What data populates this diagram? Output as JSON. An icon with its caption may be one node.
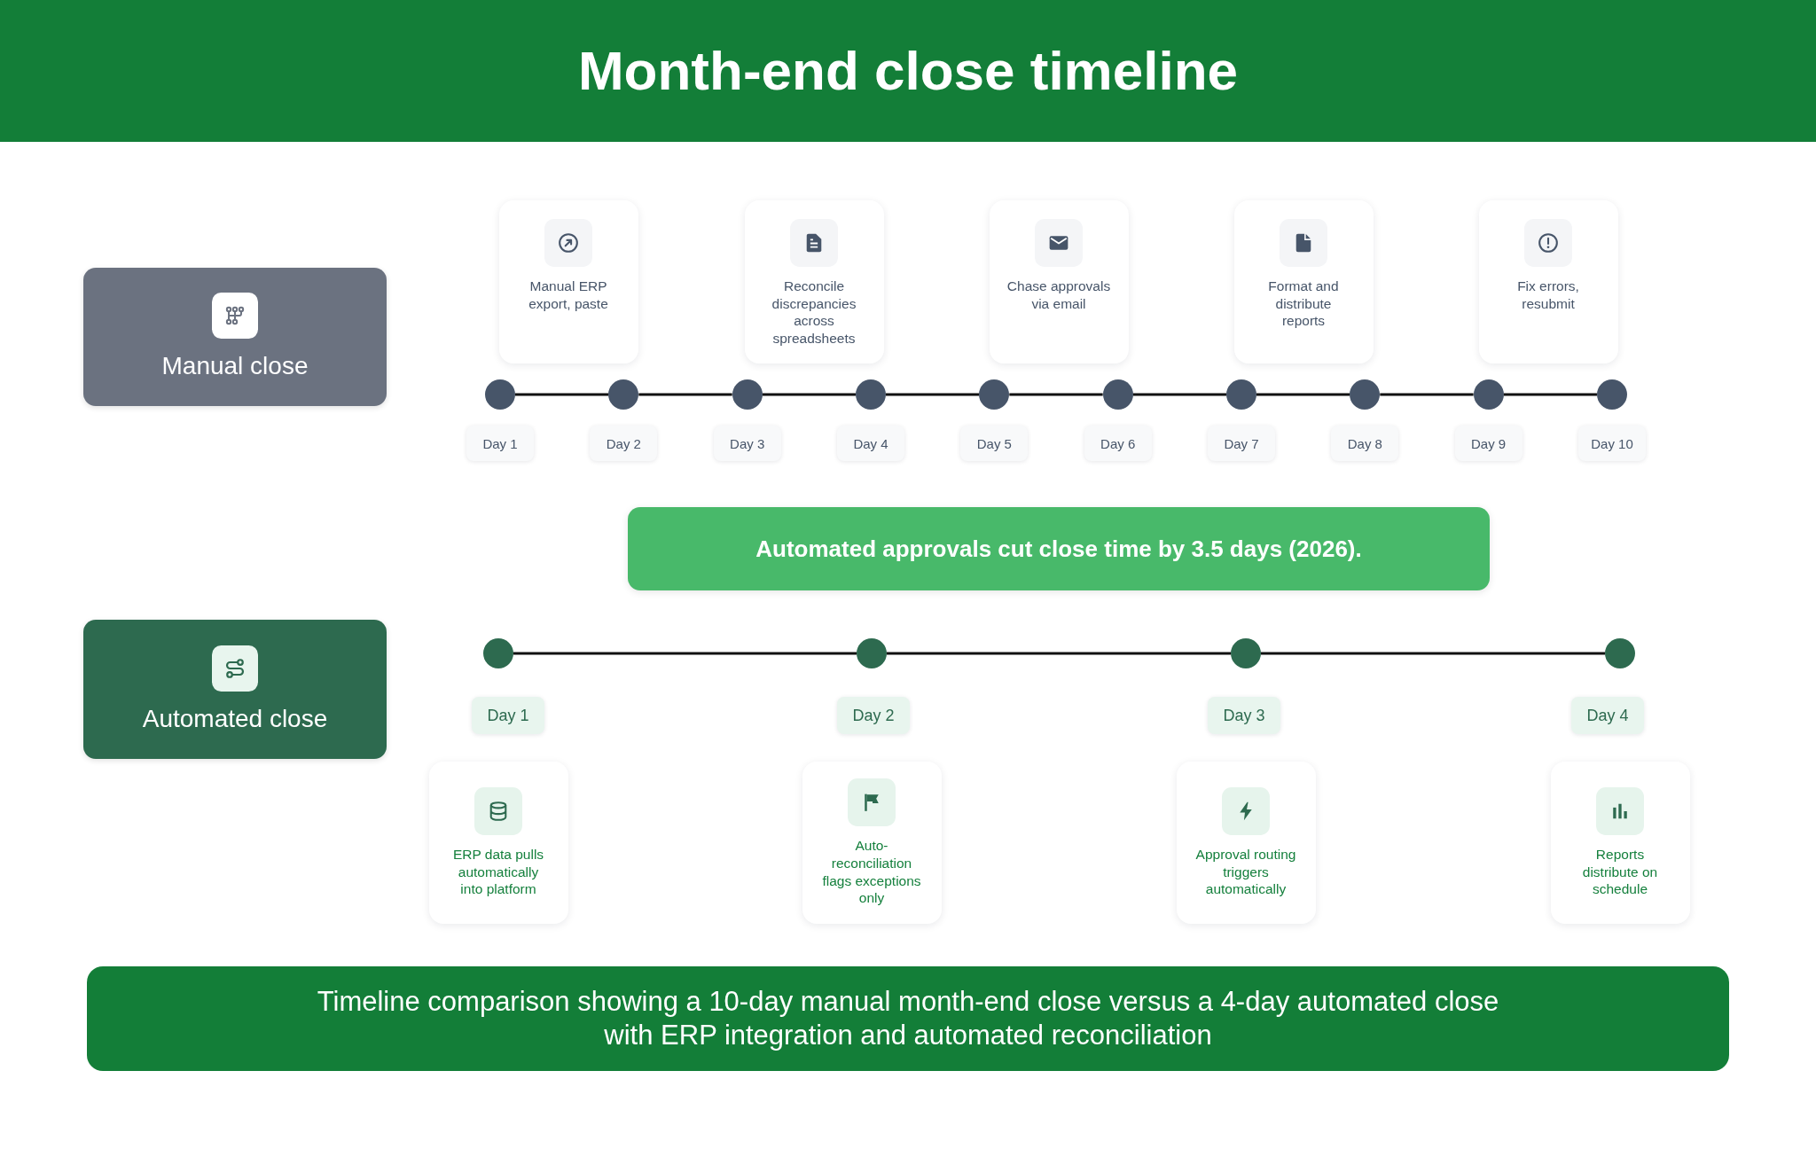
{
  "diagram": {
    "title": "Month-end close timeline",
    "caption": "Timeline comparison showing a 10-day manual month-end close versus a 4-day automated close with ERP integration and automated reconciliation",
    "nodes": [
      {
        "text": [
          "Manual close"
        ]
      },
      {
        "text": [
          "Manual ERP export, paste"
        ]
      },
      {
        "text": [
          "Reconcile discrepancies across spreadsheets"
        ]
      },
      {
        "text": [
          "Chase approvals via email"
        ]
      },
      {
        "text": [
          "Format and distribute reports"
        ]
      },
      {
        "text": [
          "Fix errors, resubmit"
        ]
      },
      {
        "text": [],
        "shape": "circle"
      },
      {
        "text": [],
        "shape": "circle"
      },
      {
        "text": [],
        "shape": "circle"
      },
      {
        "text": [],
        "shape": "circle"
      },
      {
        "text": [],
        "shape": "circle"
      },
      {
        "text": [],
        "shape": "circle"
      },
      {
        "text": [],
        "shape": "circle"
      },
      {
        "text": [],
        "shape": "circle"
      },
      {
        "text": [],
        "shape": "circle"
      },
      {
        "text": [],
        "shape": "circle"
      },
      {
        "text": [
          "Day 1"
        ]
      },
      {
        "text": [
          "Day 2"
        ]
      },
      {
        "text": [
          "Day 3"
        ]
      },
      {
        "text": [
          "Day 4"
        ]
      },
      {
        "text": [
          "Day 5"
        ]
      },
      {
        "text": [
          "Day 6"
        ]
      },
      {
        "text": [
          "Day 7"
        ]
      },
      {
        "text": [
          "Day 8"
        ]
      },
      {
        "text": [
          "Day 9"
        ]
      },
      {
        "text": [
          "Day 10"
        ]
      },
      {
        "text": [
          "Automated approvals cut close time by 3.5 days (2026)."
        ]
      },
      {
        "text": [
          "Automated close"
        ]
      },
      {
        "text": [],
        "shape": "circle"
      },
      {
        "text": [],
        "shape": "circle"
      },
      {
        "text": [],
        "shape": "circle"
      },
      {
        "text": [],
        "shape": "circle"
      },
      {
        "text": [
          "Day 1"
        ]
      },
      {
        "text": [
          "Day 2"
        ]
      },
      {
        "text": [
          "Day 3"
        ]
      },
      {
        "text": [
          "Day 4"
        ]
      },
      {
        "text": [
          "ERP data pulls automatically into platform"
        ]
      },
      {
        "text": [
          "Auto-reconciliation flags exceptions only"
        ]
      },
      {
        "text": [
          "Approval routing triggers automatically"
        ]
      },
      {
        "text": [
          "Reports distribute on schedule"
        ]
      }
    ],
    "edges": [
      {
        "from": 6,
        "to": 7,
        "arrow": "none"
      },
      {
        "from": 7,
        "to": 8,
        "arrow": "none"
      },
      {
        "from": 8,
        "to": 9,
        "arrow": "none"
      },
      {
        "from": 9,
        "to": 10,
        "arrow": "none"
      },
      {
        "from": 10,
        "to": 11,
        "arrow": "none"
      },
      {
        "from": 11,
        "to": 12,
        "arrow": "none"
      },
      {
        "from": 12,
        "to": 13,
        "arrow": "none"
      },
      {
        "from": 13,
        "to": 14,
        "arrow": "none"
      },
      {
        "from": 14,
        "to": 15,
        "arrow": "none"
      },
      {
        "from": 28,
        "to": 29,
        "arrow": "none"
      },
      {
        "from": 29,
        "to": 30,
        "arrow": "none"
      },
      {
        "from": 30,
        "to": 31,
        "arrow": "none"
      }
    ]
  }
}
